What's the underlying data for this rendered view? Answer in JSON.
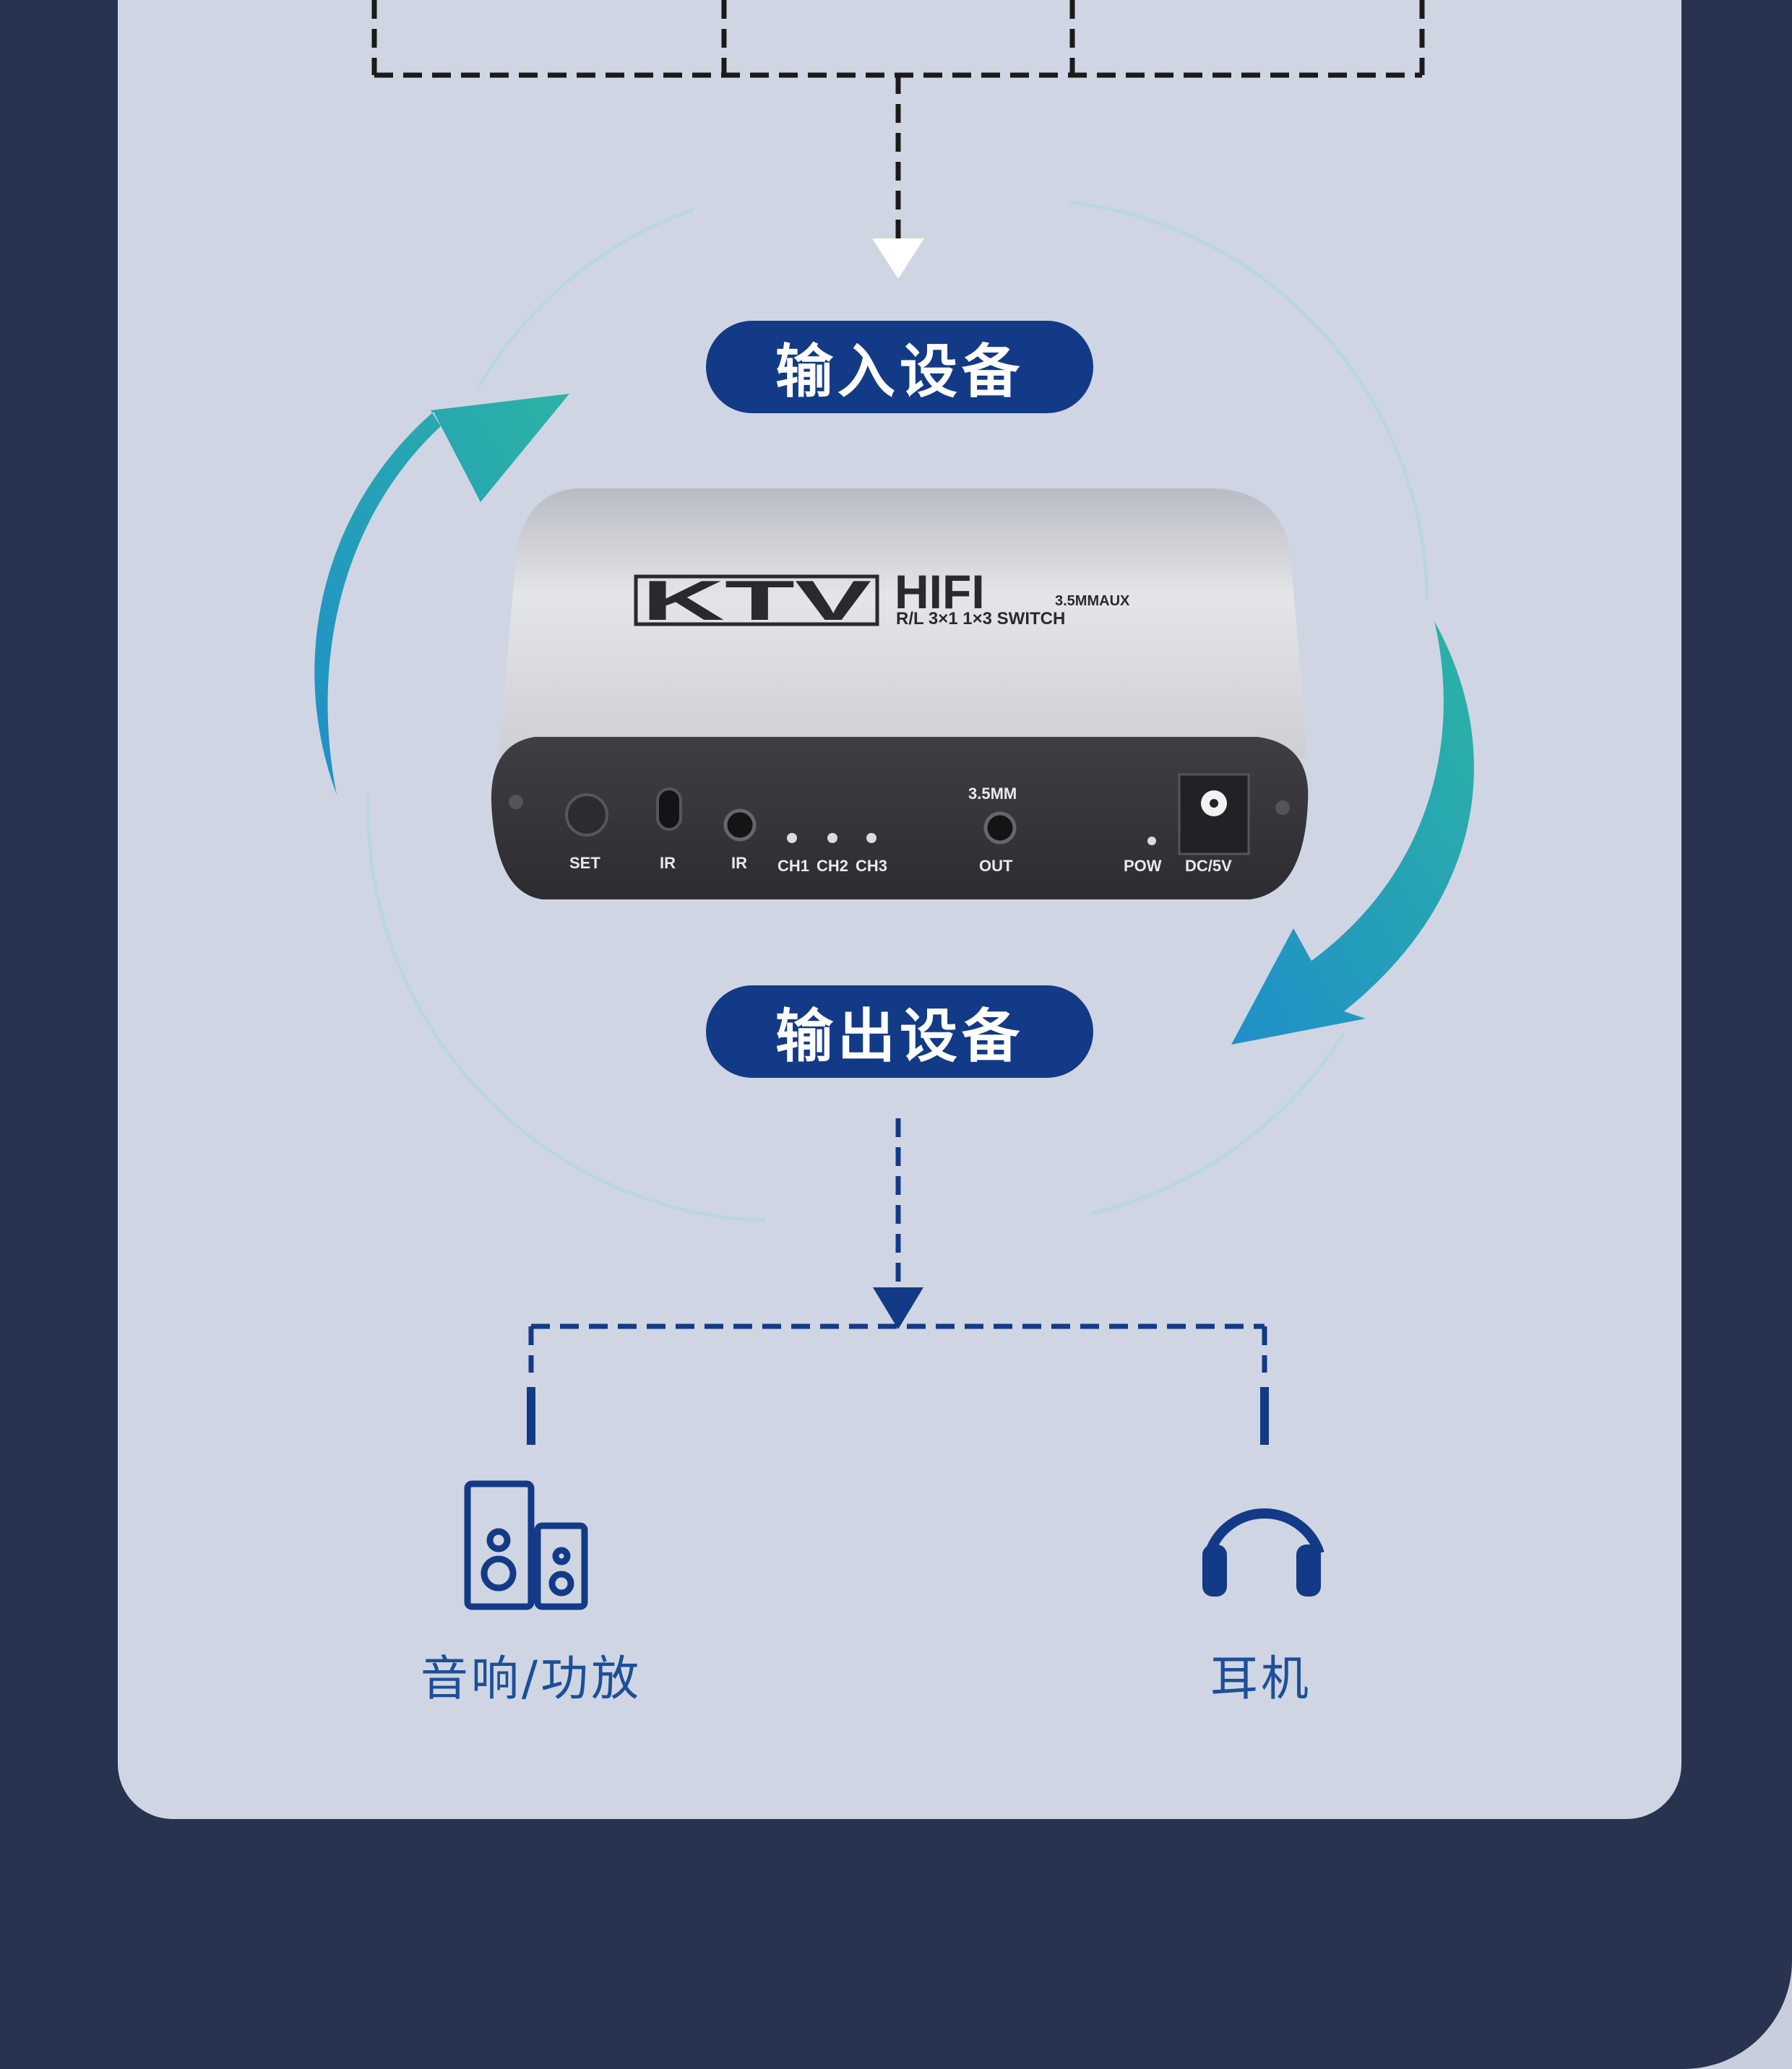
{
  "input_label": "输入设备",
  "output_label": "输出设备",
  "outputs": [
    {
      "label": "音响/功放",
      "icon": "speaker-icon"
    },
    {
      "label": "耳机",
      "icon": "headphone-icon"
    }
  ],
  "device": {
    "brand": "KTV",
    "series": "HIFI",
    "badge": "3.5MMAUX",
    "subtitle": "R/L 3×1 1×3 SWITCH",
    "port_labels": [
      "SET",
      "IR",
      "IR",
      "CH1",
      "CH2",
      "CH3",
      "OUT",
      "POW",
      "DC/5V"
    ],
    "out_spec": "3.5MM"
  },
  "colors": {
    "background": "#283350",
    "card": "#d0d5e3",
    "pill": "#123a86",
    "caption": "#1c4f98",
    "arrow_start": "#1f8fc9",
    "arrow_end": "#2cb3a4"
  }
}
